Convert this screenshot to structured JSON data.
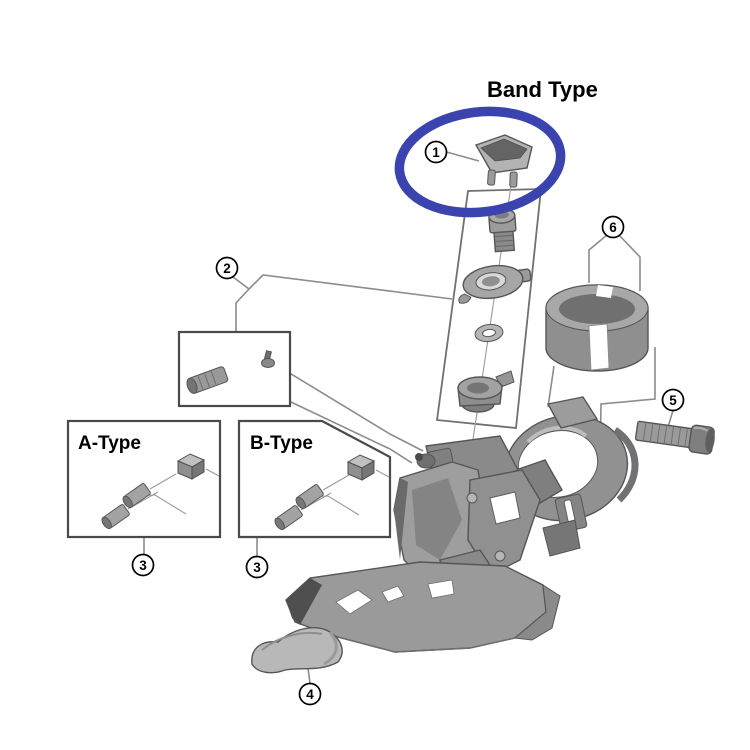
{
  "title": "Band Type",
  "sections": {
    "a_type": {
      "label": "A-Type",
      "callout": "3"
    },
    "b_type": {
      "label": "B-Type",
      "callout": "3"
    }
  },
  "callouts": {
    "c1": "1",
    "c2": "2",
    "c3a": "3",
    "c3b": "3",
    "c4": "4",
    "c5": "5",
    "c6": "6"
  },
  "highlight": {
    "shape": "ellipse",
    "highlighted_callout": "1",
    "color": "#3a43ae"
  },
  "colors": {
    "background": "#ffffff",
    "text": "#000000",
    "leader_line": "#8c8c8c",
    "box_stroke": "#4a4a4a",
    "part_light": "#b8b8b8",
    "part_mid": "#9a9a9a",
    "part_dark": "#6e6e6e"
  }
}
